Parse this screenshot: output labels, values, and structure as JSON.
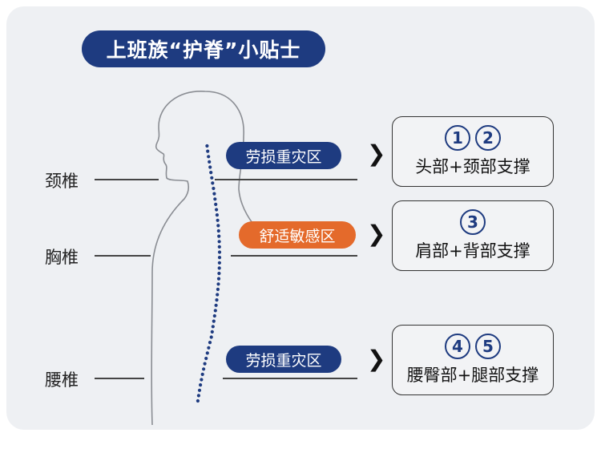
{
  "title": "上班族“护脊”小贴士",
  "spine_labels": [
    "颈椎",
    "胸椎",
    "腰椎"
  ],
  "zones": [
    {
      "label": "劳损重灾区",
      "numbers": [
        "1",
        "2"
      ],
      "support": "头部+颈部支撑",
      "color": "#1e3b80"
    },
    {
      "label": "舒适敏感区",
      "numbers": [
        "3"
      ],
      "support": "肩部+背部支撑",
      "color": "#e46a2b"
    },
    {
      "label": "劳损重灾区",
      "numbers": [
        "4",
        "5"
      ],
      "support": "腰臀部+腿部支撑",
      "color": "#1e3b80"
    }
  ]
}
